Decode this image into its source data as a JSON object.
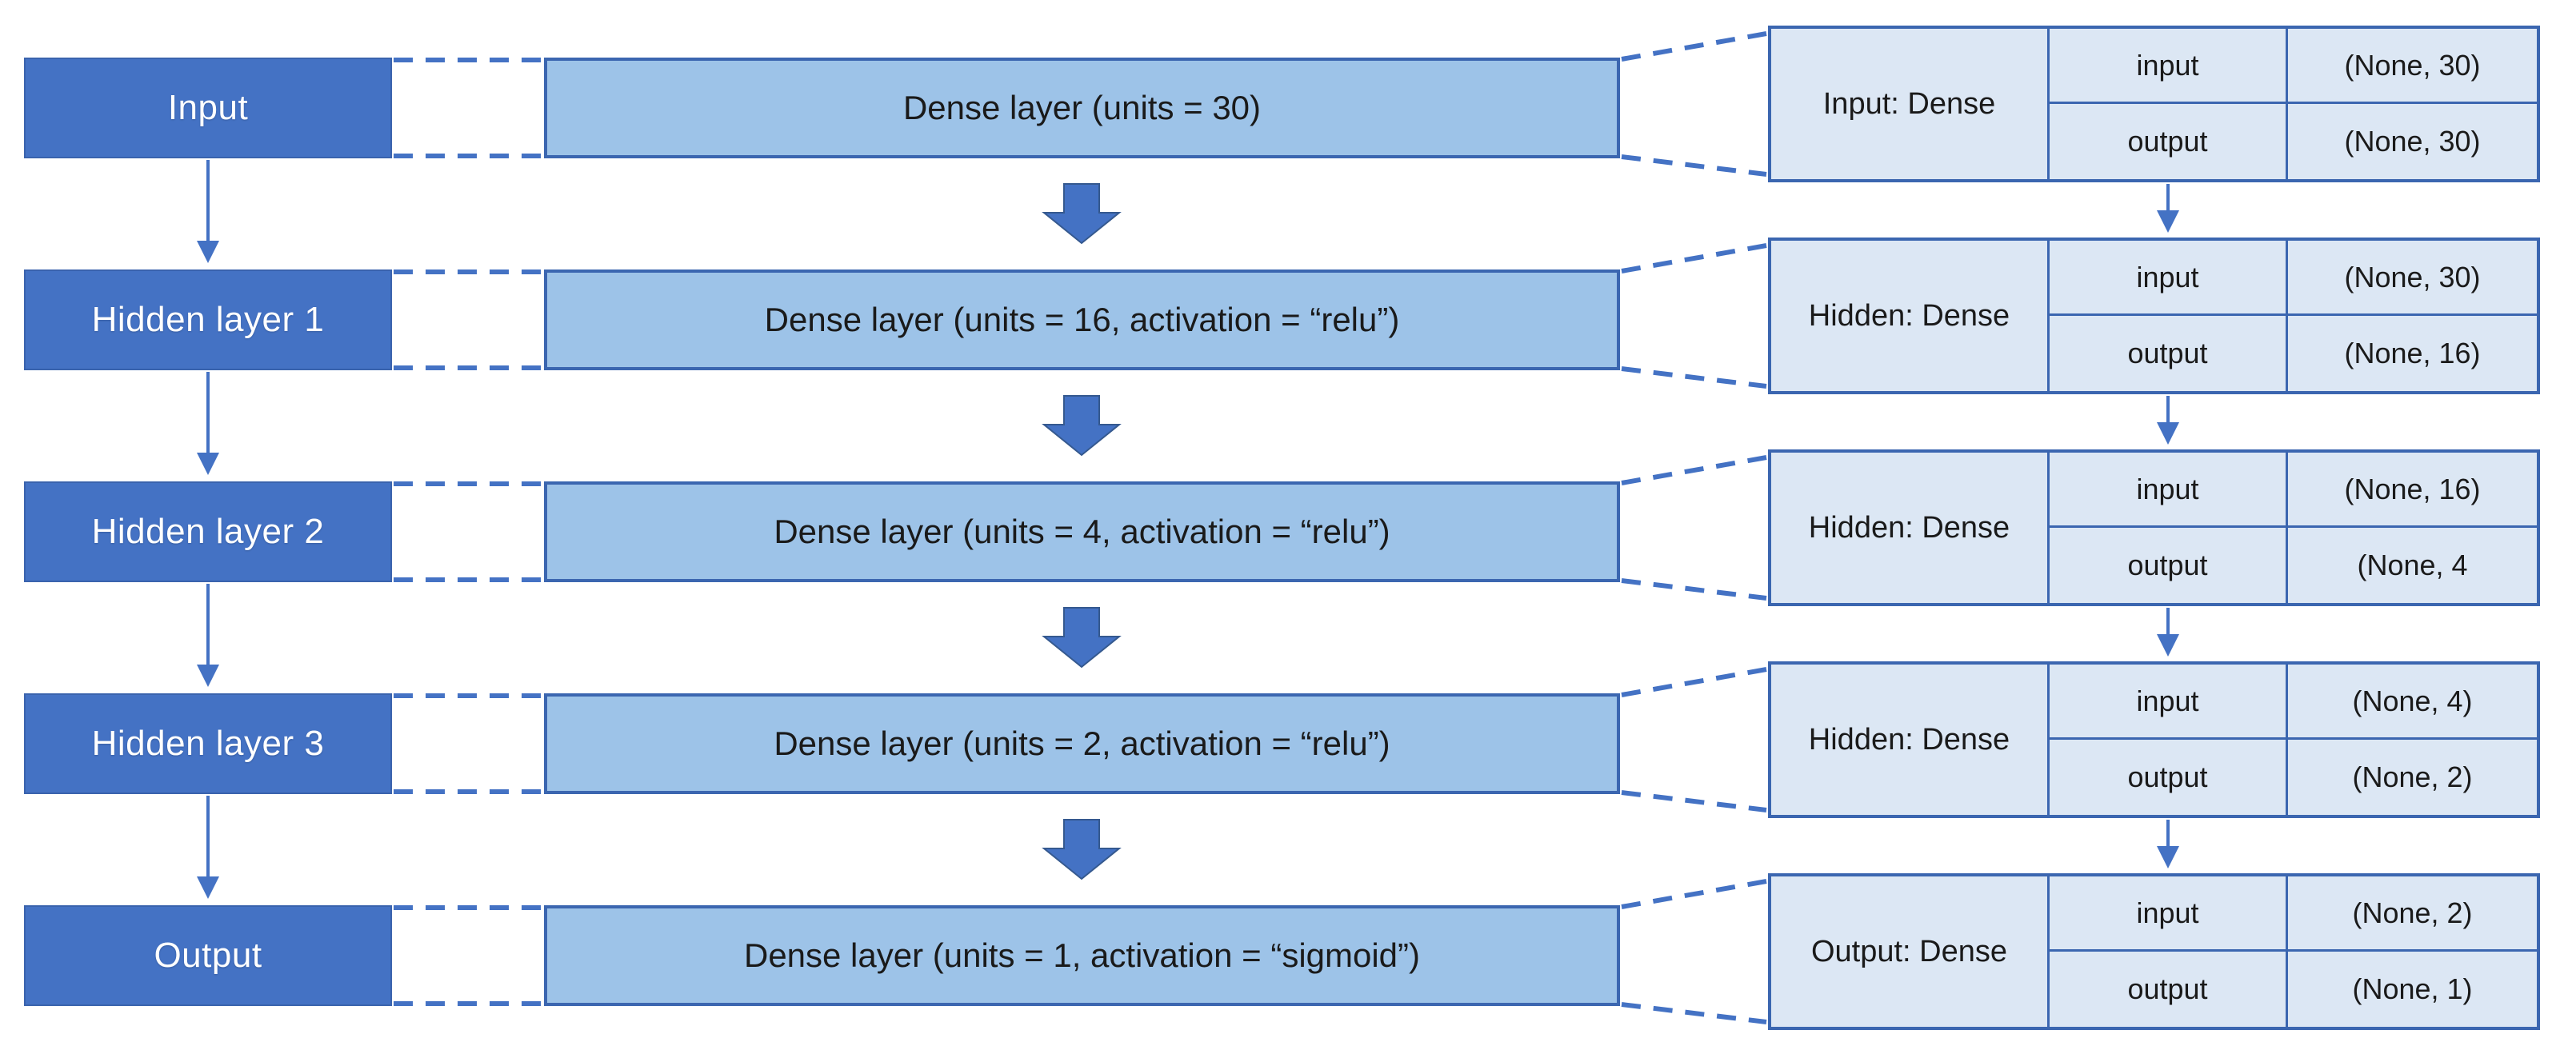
{
  "palette": {
    "node_fill": "#4472C4",
    "node_text": "#FFFFFF",
    "dense_fill": "#9DC3E8",
    "table_fill": "#DCE7F4",
    "border_blue": "#3B66B0",
    "connector": "#4472C4",
    "text_dark": "#1A1A1A"
  },
  "rows": [
    {
      "left_label": "Input",
      "dense_label": "Dense layer (units = 30)",
      "table": {
        "name": "Input: Dense",
        "entries": [
          {
            "key": "input",
            "value": "(None, 30)"
          },
          {
            "key": "output",
            "value": "(None, 30)"
          }
        ]
      }
    },
    {
      "left_label": "Hidden layer 1",
      "dense_label": "Dense layer (units = 16, activation = “relu”)",
      "table": {
        "name": "Hidden: Dense",
        "entries": [
          {
            "key": "input",
            "value": "(None, 30)"
          },
          {
            "key": "output",
            "value": "(None, 16)"
          }
        ]
      }
    },
    {
      "left_label": "Hidden layer 2",
      "dense_label": "Dense layer (units = 4, activation = “relu”)",
      "table": {
        "name": "Hidden: Dense",
        "entries": [
          {
            "key": "input",
            "value": "(None, 16)"
          },
          {
            "key": "output",
            "value": "(None, 4"
          }
        ]
      }
    },
    {
      "left_label": "Hidden layer 3",
      "dense_label": "Dense layer (units = 2, activation = “relu”)",
      "table": {
        "name": "Hidden: Dense",
        "entries": [
          {
            "key": "input",
            "value": "(None, 4)"
          },
          {
            "key": "output",
            "value": "(None, 2)"
          }
        ]
      }
    },
    {
      "left_label": "Output",
      "dense_label": "Dense layer (units = 1, activation = “sigmoid”)",
      "table": {
        "name": "Output: Dense",
        "entries": [
          {
            "key": "input",
            "value": "(None, 2)"
          },
          {
            "key": "output",
            "value": "(None, 1)"
          }
        ]
      }
    }
  ]
}
